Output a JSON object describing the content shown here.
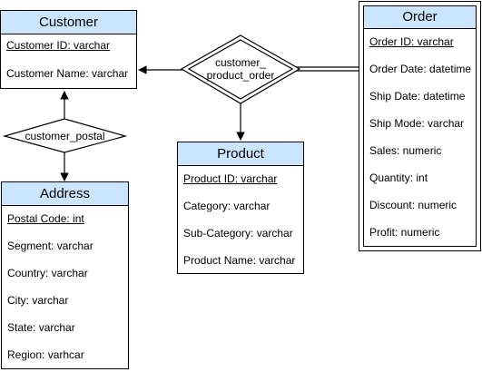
{
  "entities": {
    "customer": {
      "title": "Customer",
      "attributes": [
        "Customer ID: varchar",
        "Customer Name: varchar"
      ]
    },
    "address": {
      "title": "Address",
      "attributes": [
        "Postal Code: int",
        "Segment: varchar",
        "Country: varchar",
        "City: varchar",
        "State: varchar",
        "Region: varhcar"
      ]
    },
    "product": {
      "title": "Product",
      "attributes": [
        "Product ID: varchar",
        "Category: varchar",
        "Sub-Category: varchar",
        "Product Name: varchar"
      ]
    },
    "order": {
      "title": "Order",
      "attributes": [
        "Order ID: varchar",
        "Order Date: datetime",
        "Ship Date: datetime",
        "Ship Mode: varchar",
        "Sales: numeric",
        "Quantity: int",
        "Discount: numeric",
        "Profit: numeric"
      ]
    }
  },
  "relationships": {
    "customer_postal": {
      "label": "customer_postal"
    },
    "customer_product_order": {
      "label_line1": "customer_",
      "label_line2": "product_order"
    }
  },
  "colors": {
    "entity_header": "#cce5ff",
    "stroke": "#000000"
  }
}
